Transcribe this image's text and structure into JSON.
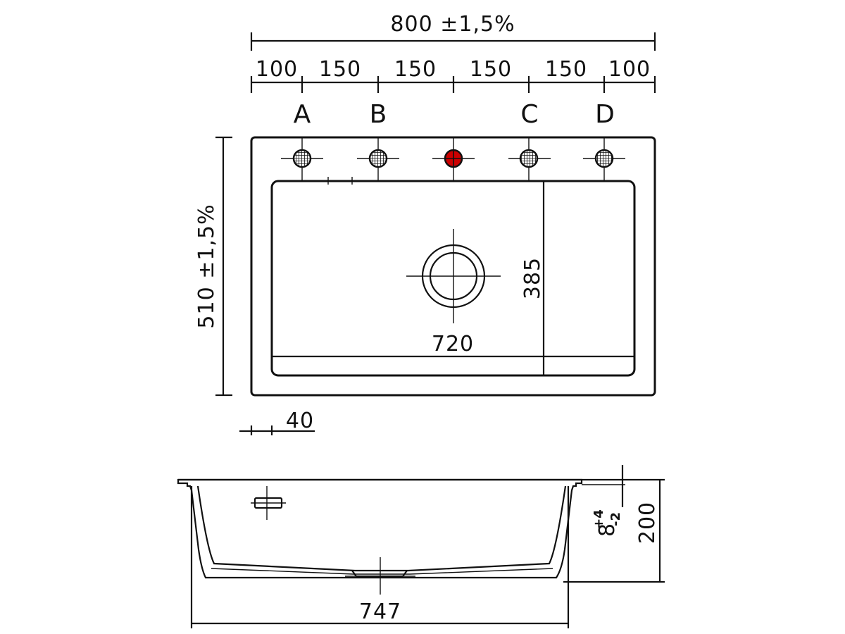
{
  "dimensions": {
    "overall_width": "800 ±1,5%",
    "overall_depth": "510 ±1,5%",
    "segments": [
      "100",
      "150",
      "150",
      "150",
      "150",
      "100"
    ],
    "bowl_width": "720",
    "bowl_depth": "385",
    "rim_offset": "40",
    "bottom_width": "747",
    "height": "200",
    "tolerance_base": "8",
    "tolerance_plus": "+4",
    "tolerance_minus": "-2"
  },
  "tap_positions": [
    "A",
    "B",
    "C",
    "D"
  ],
  "colors": {
    "line": "#111111",
    "center_tap_fill": "#cc0000",
    "background": "#ffffff"
  }
}
